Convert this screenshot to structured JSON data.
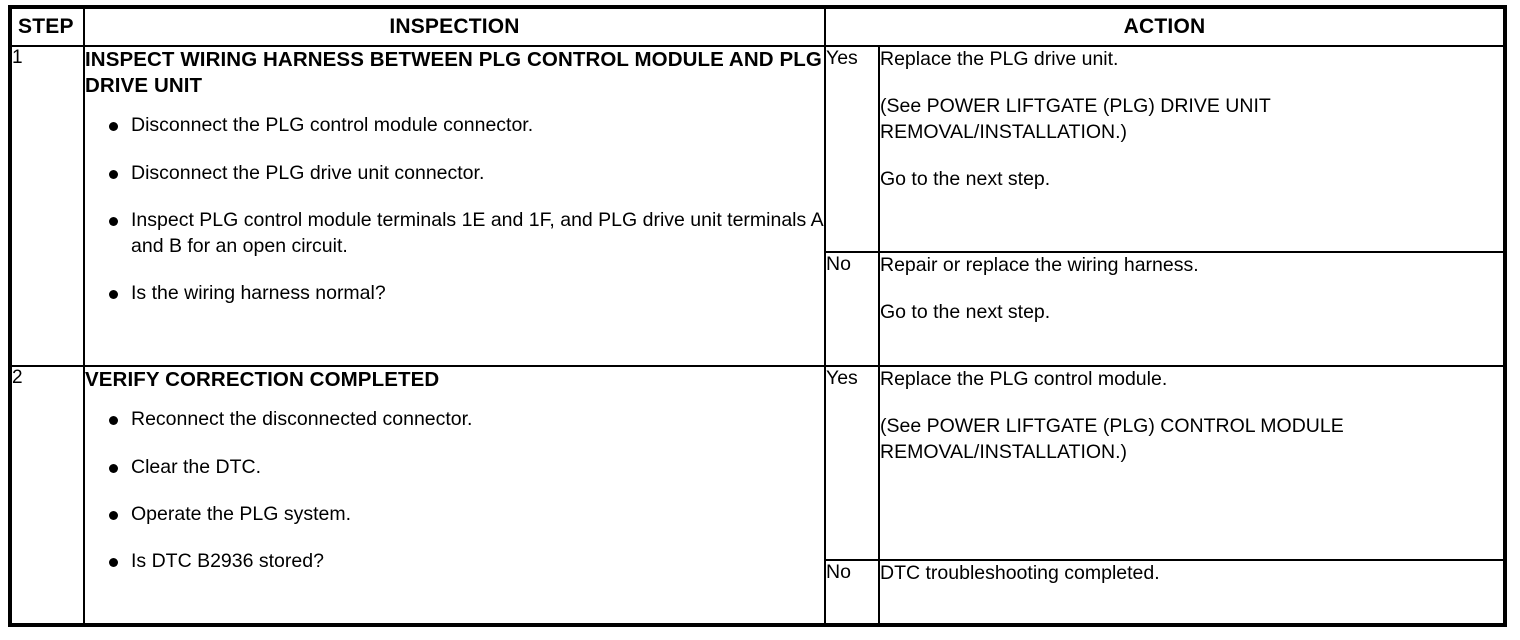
{
  "table": {
    "headers": {
      "step": "STEP",
      "inspection": "INSPECTION",
      "action": "ACTION"
    },
    "steps": [
      {
        "number": "1",
        "title": "INSPECT WIRING HARNESS BETWEEN PLG CONTROL MODULE AND PLG DRIVE UNIT",
        "bullets": [
          "Disconnect the PLG control module connector.",
          "Disconnect the PLG drive unit connector.",
          "Inspect PLG control module terminals 1E and 1F, and PLG drive unit terminals A and B for an open circuit.",
          "Is the wiring harness normal?"
        ],
        "branches": [
          {
            "label": "Yes",
            "paragraphs": [
              "Replace the PLG drive unit.",
              "(See POWER LIFTGATE (PLG) DRIVE UNIT REMOVAL/INSTALLATION.)",
              "Go to the next step."
            ]
          },
          {
            "label": "No",
            "paragraphs": [
              "Repair or replace the wiring harness.",
              "Go to the next step."
            ]
          }
        ]
      },
      {
        "number": "2",
        "title": "VERIFY CORRECTION COMPLETED",
        "bullets": [
          "Reconnect the disconnected connector.",
          "Clear the DTC.",
          "Operate the PLG system.",
          "Is DTC B2936 stored?"
        ],
        "branches": [
          {
            "label": "Yes",
            "paragraphs": [
              "Replace the PLG control module.",
              "(See POWER LIFTGATE (PLG) CONTROL MODULE REMOVAL/INSTALLATION.)"
            ]
          },
          {
            "label": "No",
            "paragraphs": [
              "DTC troubleshooting completed."
            ]
          }
        ]
      }
    ]
  },
  "colors": {
    "border": "#000000",
    "text": "#000000",
    "background": "#ffffff"
  }
}
